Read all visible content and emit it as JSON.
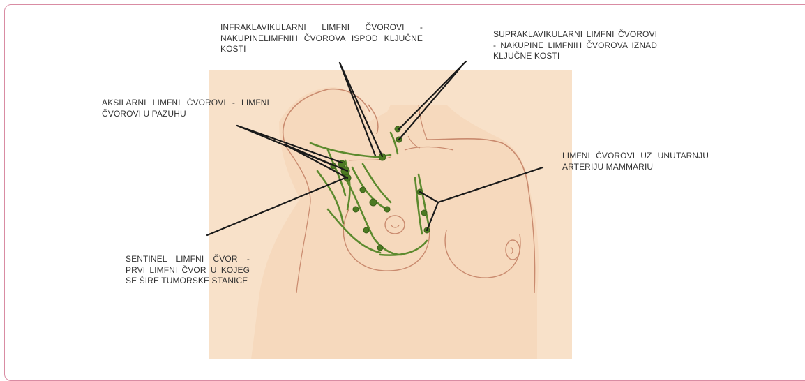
{
  "colors": {
    "border": "#d98ca3",
    "skin": "#f8e1c9",
    "outline": "#c98a6e",
    "lymph": "#5c8a2e",
    "pointer": "#1a1a1a",
    "text": "#333333"
  },
  "labels": {
    "infraclavicular": "INFRAKLAVIKULARNI LIMFNI ČVOROVI - NAKUPINELIMFNIH ČVOROVA ISPOD KLJUČNE KOSTI",
    "supraclavicular": "SUPRAKLAVIKULARNI LIMFNI ČVOROVI - NAKUPINE LIMFNIH ČVOROVA IZNAD KLJUČNE KOSTI",
    "axillary": "AKSILARNI LIMFNI ČVOROVI - LIMFNI ČVOROVI U PAZUHU",
    "internal_mammary": "LIMFNI ČVOROVI UZ UNUTARNJU ARTERIJU MAMMARIU",
    "sentinel": "SENTINEL LIMFNI ČVOR - PRVI LIMFNI ČVOR U KOJEG SE ŠIRE TUMORSKE STANICE"
  }
}
